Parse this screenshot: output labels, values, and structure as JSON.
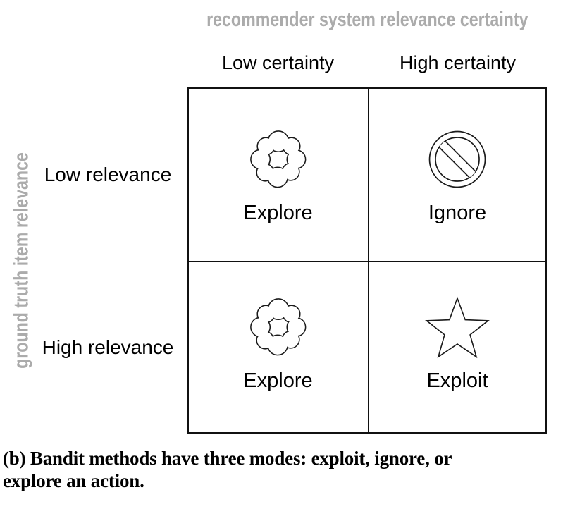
{
  "matrix": {
    "column_axis_title": "recommender system relevance certainty",
    "row_axis_title": "ground truth item relevance",
    "columns": [
      "Low certainty",
      "High certainty"
    ],
    "rows": [
      "Low relevance",
      "High relevance"
    ],
    "cells": [
      {
        "row": "Low relevance",
        "column": "Low certainty",
        "icon": "cloud-icon",
        "label": "Explore"
      },
      {
        "row": "Low relevance",
        "column": "High certainty",
        "icon": "no-entry-icon",
        "label": "Ignore"
      },
      {
        "row": "High relevance",
        "column": "Low certainty",
        "icon": "cloud-icon",
        "label": "Explore"
      },
      {
        "row": "High relevance",
        "column": "High certainty",
        "icon": "star-icon",
        "label": "Exploit"
      }
    ]
  },
  "caption": "(b) Bandit methods have three modes: exploit, ignore, or\nexplore an action.",
  "colors": {
    "axis_title_gray": "#ababab",
    "grid_line_black": "#111111",
    "text_black": "#000000",
    "background": "#ffffff"
  }
}
